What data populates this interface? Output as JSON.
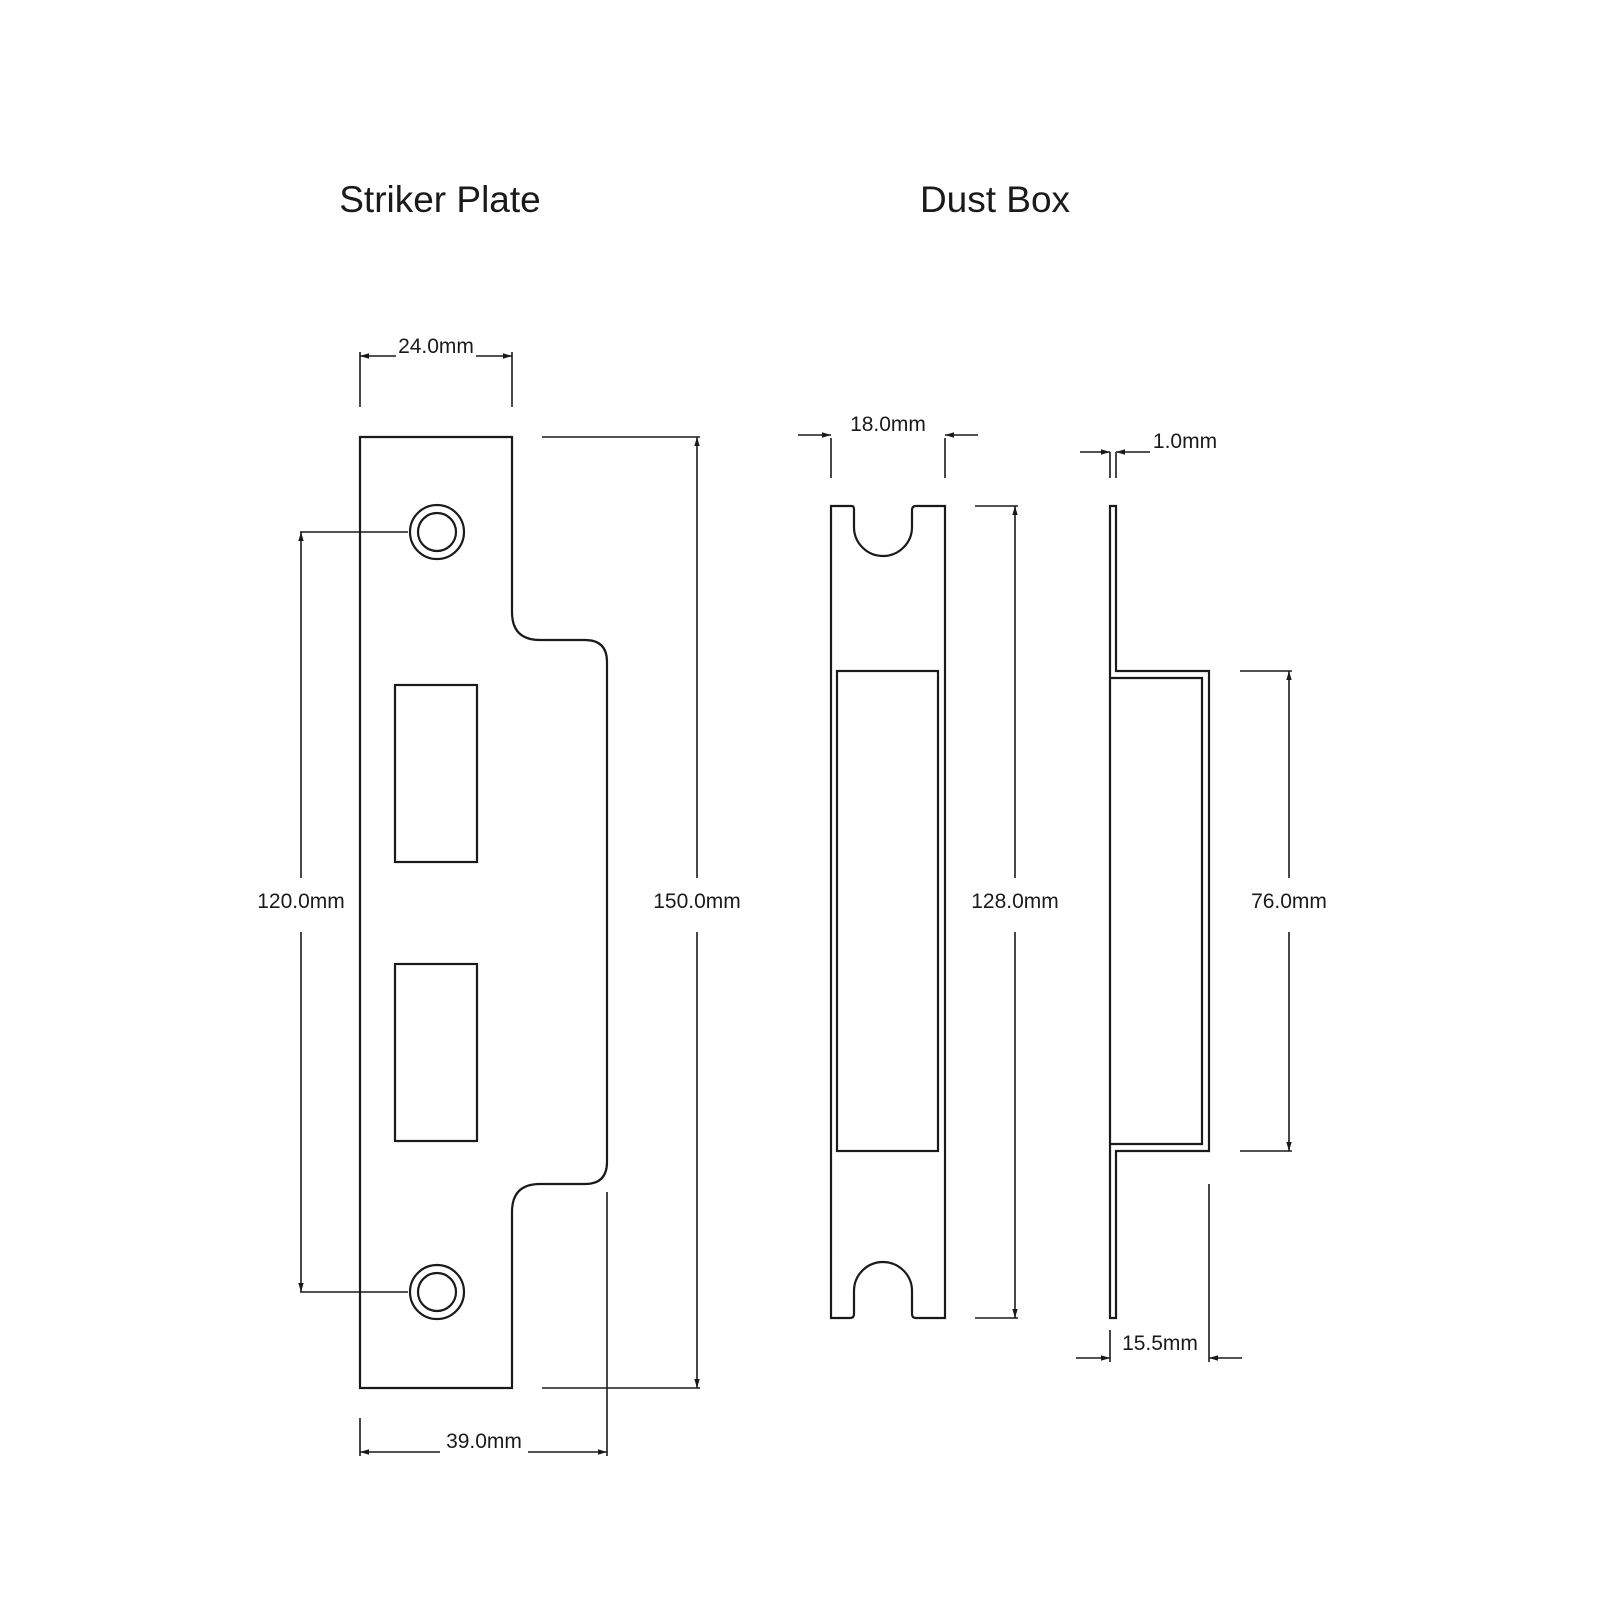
{
  "titles": {
    "striker_plate": "Striker Plate",
    "dust_box": "Dust Box"
  },
  "striker_plate": {
    "dims": {
      "width": "24.0mm",
      "hole_spacing": "120.0mm",
      "height": "150.0mm",
      "overall_width": "39.0mm"
    }
  },
  "dust_box": {
    "front_dims": {
      "width": "18.0mm",
      "height": "128.0mm"
    },
    "side_dims": {
      "thickness": "1.0mm",
      "box_height": "76.0mm",
      "depth": "15.5mm"
    }
  }
}
